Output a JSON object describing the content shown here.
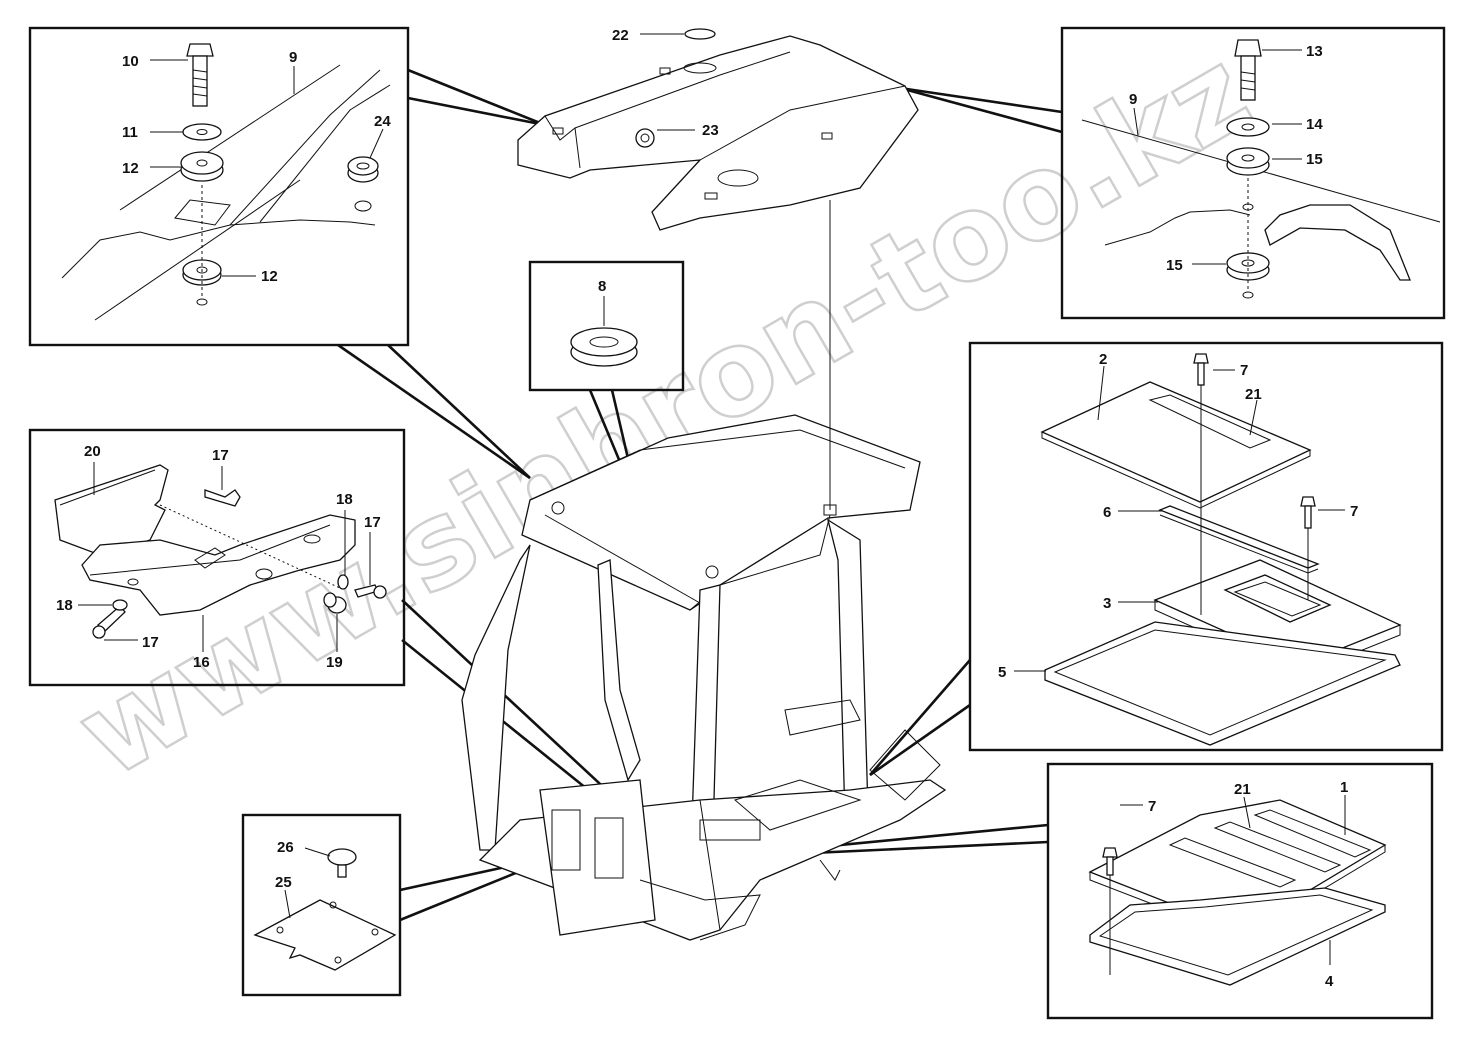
{
  "watermark": "www.sinhron-too.kz",
  "labels": {
    "l1": "1",
    "l2": "2",
    "l3": "3",
    "l4": "4",
    "l5": "5",
    "l6": "6",
    "l7a": "7",
    "l7b": "7",
    "l7c": "7",
    "l8": "8",
    "l9a": "9",
    "l9b": "9",
    "l10": "10",
    "l11": "11",
    "l12a": "12",
    "l12b": "12",
    "l13": "13",
    "l14": "14",
    "l15a": "15",
    "l15b": "15",
    "l16": "16",
    "l17a": "17",
    "l17b": "17",
    "l17c": "17",
    "l18a": "18",
    "l18b": "18",
    "l19": "19",
    "l20": "20",
    "l21a": "21",
    "l21b": "21",
    "l22": "22",
    "l23": "23",
    "l24": "24",
    "l25": "25",
    "l26": "26"
  }
}
